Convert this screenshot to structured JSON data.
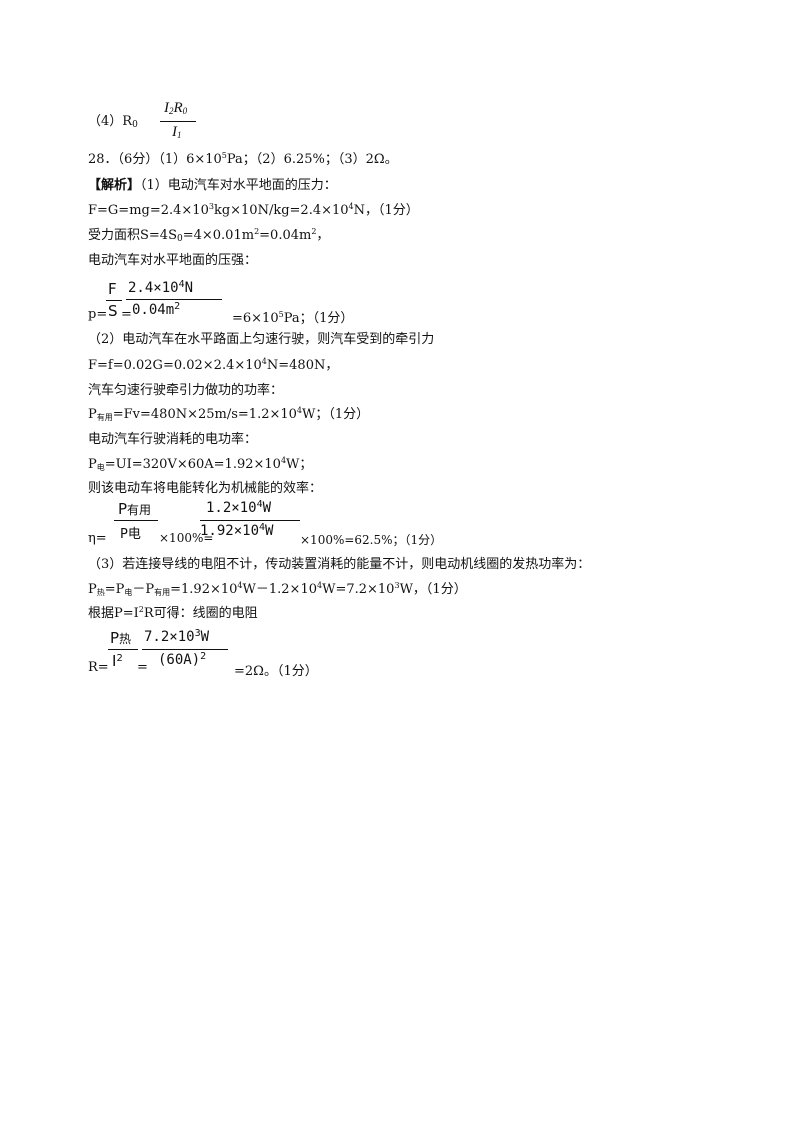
{
  "q4": {
    "prefix": "（4）R",
    "prefix_sub": "0",
    "num_a": "I",
    "num_a_sub": "2",
    "num_b": "R",
    "num_b_sub": "0",
    "den": "I",
    "den_sub": "1"
  },
  "q28": {
    "head": "28．（6分）（1）6×10",
    "head_sup": "5",
    "head_tail": "Pa；（2）6.25%；（3）2Ω。"
  },
  "analysis": {
    "label": "【解析】",
    "l1": "（1）电动汽车对水平地面的压力：",
    "l2a": "F=G=mg=2.4×10",
    "l2b": "3",
    "l2c": "kg×10N/kg=2.4×10",
    "l2d": "4",
    "l2e": "N，（1分）",
    "l3a": "受力面积S=4S",
    "l3b": "0",
    "l3c": "=4×0.01m",
    "l3d": "2",
    "l3e": "=0.04m",
    "l3f": "2",
    "l3g": "，",
    "l4": "电动汽车对水平地面的压强：",
    "p_prefix": "p=",
    "p_num_sym": "F",
    "p_den_sym": "S",
    "p_eq": "=",
    "p_num_val": "2.4×10",
    "p_num_sup": "4",
    "p_num_unit": "N",
    "p_den_val": "0.04m",
    "p_den_sup": "2",
    "p_tail_a": "=6×10",
    "p_tail_b": "5",
    "p_tail_c": "Pa；（1分）",
    "l5": "（2）电动汽车在水平路面上匀速行驶，则汽车受到的牵引力",
    "l6a": "F=f=0.02G=0.02×2.4×10",
    "l6b": "4",
    "l6c": "N=480N，",
    "l7": "汽车匀速行驶牵引力做功的功率：",
    "l8a": "P",
    "l8b": "有用",
    "l8c": "=Fv=480N×25m/s=1.2×10",
    "l8d": "4",
    "l8e": "W；（1分）",
    "l9": "电动汽车行驶消耗的电功率：",
    "l10a": "P",
    "l10b": "电",
    "l10c": "=UI=320V×60A=1.92×10",
    "l10d": "4",
    "l10e": "W；",
    "l11": "则该电动车将电能转化为机械能的效率：",
    "eta_prefix": "η=",
    "eta_num_sym": "P",
    "eta_num_sym_sub": "有用",
    "eta_den_sym": "P",
    "eta_den_sym_sub": "电",
    "eta_mid": "×100%=",
    "eta_num_val": "1.2×10",
    "eta_num_sup": "4",
    "eta_num_unit": "W",
    "eta_den_val": "1.92×10",
    "eta_den_sup": "4",
    "eta_den_unit": "W",
    "eta_tail": "×100%=62.5%；（1分）",
    "l12": "（3）若连接导线的电阻不计，传动装置消耗的能量不计，则电动机线圈的发热功率为：",
    "l13a": "P",
    "l13b": "热",
    "l13c": "=P",
    "l13d": "电",
    "l13e": "－P",
    "l13f": "有用",
    "l13g": "=1.92×10",
    "l13h": "4",
    "l13i": "W－1.2×10",
    "l13j": "4",
    "l13k": "W=7.2×10",
    "l13l": "3",
    "l13m": "W，（1分）",
    "l14a": "根据P=I",
    "l14b": "2",
    "l14c": "R可得：线圈的电阻",
    "r_prefix": "R=",
    "r_num_sym": "P",
    "r_num_sym_sub": "热",
    "r_den_sym": "I",
    "r_den_sup": "2",
    "r_eq": "=",
    "r_num_val": "7.2×10",
    "r_num_sup": "3",
    "r_num_unit": "W",
    "r_den_val": "(60A)",
    "r_den_sup2": "2",
    "r_tail": "=2Ω。（1分）"
  }
}
